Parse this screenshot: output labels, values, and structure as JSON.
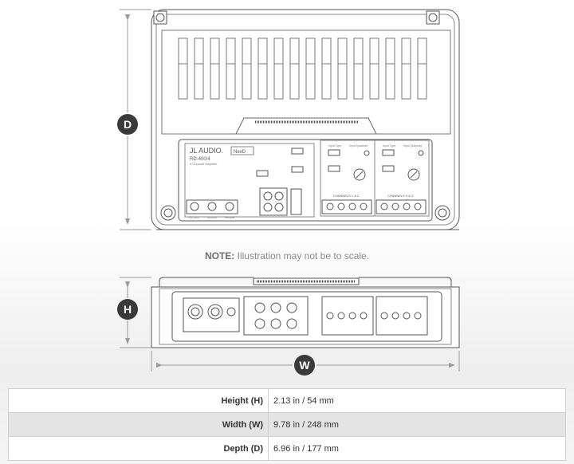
{
  "dimensions": {
    "depth_badge": "D",
    "height_badge": "H",
    "width_badge": "W"
  },
  "panel": {
    "brand": "JL AUDIO.",
    "model": "RD-400/4",
    "subtitle": "4 Channel Amplifier",
    "nexd": "NexD",
    "labels_top": [
      "Input Type",
      "Input Quadrant",
      "Input Type",
      "Input Quadrant"
    ],
    "channels": [
      "CHANNELS 1 & 2",
      "CHANNELS 3 & 4"
    ],
    "bottom_terms": [
      "+12 VDC",
      "Ground",
      "Remote"
    ]
  },
  "note": {
    "bold": "NOTE:",
    "text": " Illustration may not be to scale."
  },
  "specs": [
    {
      "label": "Height (H)",
      "value": "2.13 in / 54 mm"
    },
    {
      "label": "Width (W)",
      "value": "9.78 in / 248 mm"
    },
    {
      "label": "Depth (D)",
      "value": "6.96 in / 177 mm"
    }
  ]
}
